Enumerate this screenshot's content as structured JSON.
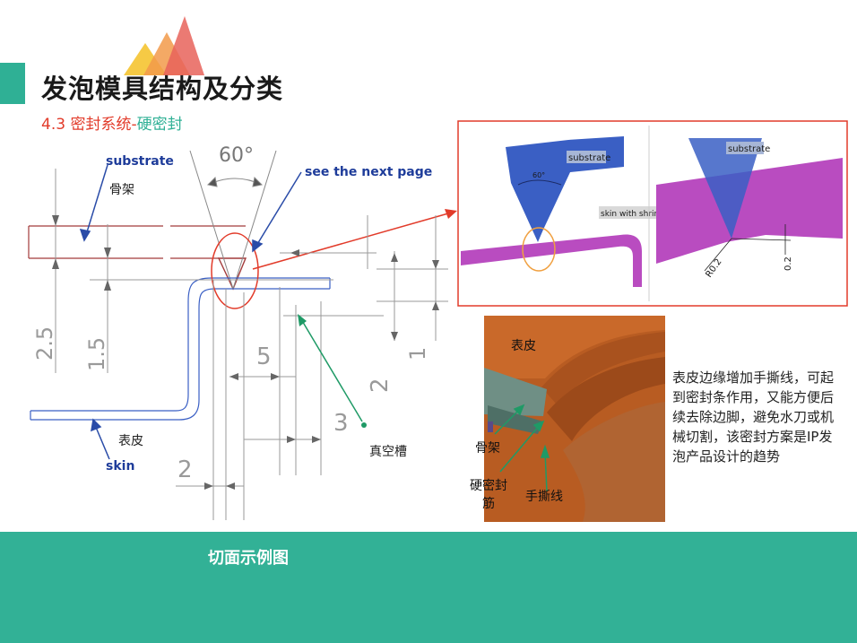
{
  "title": "发泡模具结构及分类",
  "subtitle": {
    "prefix": "4.3 密封系统-",
    "highlight": "硬密封"
  },
  "drawing": {
    "angle": "60°",
    "substrate_en": "substrate",
    "substrate_cn": "骨架",
    "see_next_page": "see the next page",
    "skin_en": "skin",
    "skin_cn": "表皮",
    "vacuum_groove": "真空槽",
    "dims": {
      "d25": "2.5",
      "d15": "1.5",
      "d5": "5",
      "d3": "3",
      "d2_bottom": "2",
      "d2_right": "2",
      "d1": "1"
    }
  },
  "inset": {
    "substrate_left": "substrate",
    "angle_small": "60°",
    "skin_with_shrinkage": "skin with shrinkage",
    "substrate_right": "substrate",
    "r02": "R0.2",
    "d02": "0.2"
  },
  "photo": {
    "skin": "表皮",
    "substrate": "骨架",
    "hard_seal_rib": "硬密封筋",
    "tear_line": "手撕线"
  },
  "description": "表皮边缘增加手撕线，可起到密封条作用，又能方便后续去除边脚，避免水刀或机械切割，该密封方案是IP发泡产品设计的趋势",
  "footer_caption": "切面示例图",
  "colors": {
    "accent": "#32b196",
    "red": "#e23b2a",
    "blue": "#3a5fc4",
    "magenta": "#b94cc0"
  }
}
